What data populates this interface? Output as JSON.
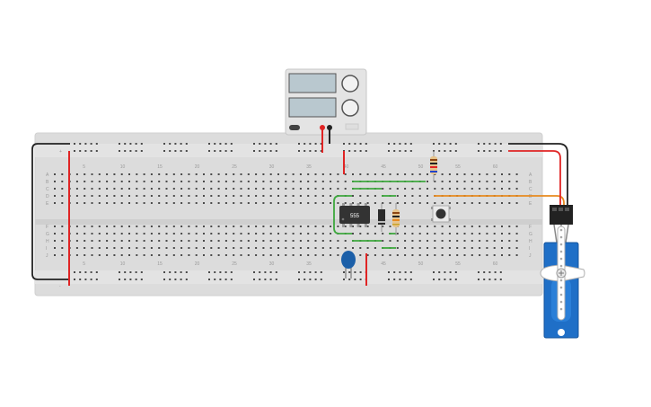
{
  "ic": {
    "label": "555"
  },
  "breadboard": {
    "column_numbers": [
      "5",
      "10",
      "15",
      "20",
      "25",
      "30",
      "35",
      "40",
      "45",
      "50",
      "55",
      "60"
    ],
    "row_letters_top": [
      "A",
      "B",
      "C",
      "D",
      "E"
    ],
    "row_letters_bottom": [
      "F",
      "G",
      "H",
      "I",
      "J"
    ],
    "rail_plus": "+",
    "rail_minus": "-"
  },
  "power_supply": {
    "knob_label_1": "",
    "knob_label_2": ""
  },
  "colors": {
    "board": "#dcdcdc",
    "hole": "#4a4a4a",
    "wire_red": "#e02424",
    "wire_black": "#222222",
    "wire_green": "#3ea83e",
    "wire_orange": "#e8891e",
    "servo_blue": "#1f6fc7",
    "capacitor_blue": "#1b5fa8",
    "ic_body": "#333333"
  },
  "components": [
    {
      "name": "power-supply",
      "type": "bench-power-supply"
    },
    {
      "name": "ic-555",
      "type": "timer-ic"
    },
    {
      "name": "resistor-1",
      "type": "resistor"
    },
    {
      "name": "resistor-2",
      "type": "resistor"
    },
    {
      "name": "diode-1",
      "type": "diode"
    },
    {
      "name": "pushbutton-1",
      "type": "pushbutton"
    },
    {
      "name": "capacitor-1",
      "type": "electrolytic-capacitor"
    },
    {
      "name": "servo-motor",
      "type": "micro-servo"
    }
  ]
}
